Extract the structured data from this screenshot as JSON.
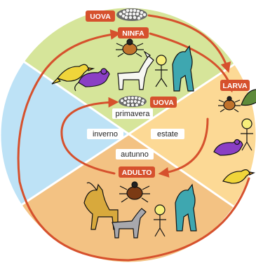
{
  "seasons": {
    "spring": "primavera",
    "summer": "estate",
    "autumn": "autunno",
    "winter": "inverno"
  },
  "stages": {
    "eggs_top": "UOVA",
    "nymph": "NINFA",
    "larva": "LARVA",
    "eggs_center": "UOVA",
    "adult": "ADULTO"
  },
  "colors": {
    "spring": "#d6e59a",
    "summer": "#fcd995",
    "autumn": "#f3c283",
    "winter": "#bde2f6",
    "arrow": "#d6512d",
    "badge": "#d6512d"
  },
  "icons": {
    "eggs_top": "egg-cluster-icon",
    "eggs_center": "egg-cluster-icon",
    "nymph_hosts": [
      "bird-icon",
      "mouse-icon",
      "horse-icon",
      "tick-icon",
      "child-icon",
      "dog-icon"
    ],
    "larva_hosts": [
      "tick-icon",
      "child-icon",
      "mouse-icon",
      "bird-icon",
      "leaf-icon"
    ],
    "adult_hosts": [
      "goat-icon",
      "tick-icon",
      "horse-icon",
      "child-icon",
      "dog-icon"
    ]
  }
}
